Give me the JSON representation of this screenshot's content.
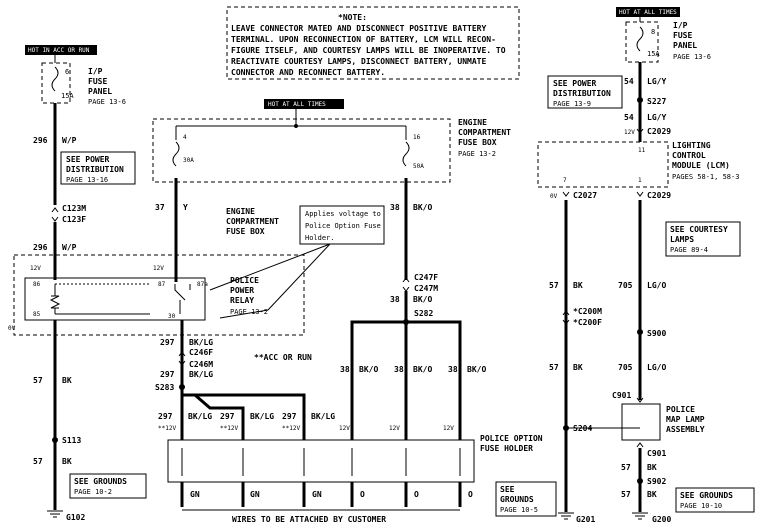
{
  "note": {
    "lines": [
      "*NOTE:",
      "LEAVE CONNECTOR MATED AND DISCONNECT POSITIVE BATTERY",
      "TERMINAL. UPON RECONNECTION OF BATTERY, LCM WILL RECON-",
      "FIGURE ITSELF, AND COURTESY LAMPS WILL BE INOPERATIVE. TO",
      "REACTIVATE COURTESY LAMPS, DISCONNECT BATTERY, UNMATE",
      "CONNECTOR AND RECONNECT BATTERY."
    ]
  },
  "left_column": {
    "badge": "HOT IN ACC OR RUN",
    "fuse_num": "6",
    "fuse_amp": "15A",
    "panel_lines": [
      "I/P",
      "FUSE",
      "PANEL"
    ],
    "panel_page": "PAGE 13-6",
    "wire_296": "296",
    "wire_wp": "W/P",
    "power_ref": [
      "SEE POWER",
      "DISTRIBUTION",
      "PAGE 13-16"
    ],
    "conn_m": "C123M",
    "conn_f": "C123F",
    "wire_296b": "296",
    "wire_wpb": "W/P",
    "relay_pins": {
      "p86": "86",
      "p85": "85",
      "p87": "87",
      "p87a": "87a",
      "p30": "30"
    },
    "v12": "12V",
    "v0": "0V",
    "wire_57": "57",
    "wire_bk": "BK",
    "splice_s113": "S113",
    "wire_57b": "57",
    "wire_bkb": "BK",
    "ground_ref": [
      "SEE GROUNDS",
      "PAGE 10-2"
    ],
    "ground": "G102"
  },
  "relay": {
    "title": [
      "POLICE",
      "POWER",
      "RELAY"
    ],
    "page": "PAGE 13-2"
  },
  "engine_box": {
    "badge": "HOT AT ALL TIMES",
    "fuse_a_num": "4",
    "fuse_a_amp": "30A",
    "fuse_b_num": "16",
    "fuse_b_amp": "50A",
    "title": [
      "ENGINE",
      "COMPARTMENT",
      "FUSE BOX"
    ],
    "page": "PAGE 13-2",
    "wire_37": "37",
    "wire_y": "Y",
    "label_mid": [
      "ENGINE",
      "COMPARTMENT",
      "FUSE BOX"
    ],
    "wire_38": "38",
    "wire_bko": "BK/O",
    "callout": [
      "Applies voltage to",
      "Police Option Fuse",
      "Holder."
    ],
    "c247f": "C247F",
    "c247m": "C247M",
    "wire_38b": "38",
    "wire_bkob": "BK/O",
    "s282": "S282"
  },
  "middle": {
    "wire_297": "297",
    "wire_bklg": "BK/LG",
    "c246f": "C246F",
    "c246m": "C246M",
    "wire_297b": "297",
    "wire_bklgb": "BK/LG",
    "s283": "S283",
    "acc_note": "**ACC OR RUN",
    "branches": [
      {
        "num": "297",
        "color": "BK/LG",
        "volt": "**12V"
      },
      {
        "num": "297",
        "color": "BK/LG",
        "volt": "**12V"
      },
      {
        "num": "297",
        "color": "BK/LG",
        "volt": "**12V"
      }
    ],
    "o_branches": [
      {
        "num": "38",
        "color": "BK/O",
        "volt": "12V"
      },
      {
        "num": "38",
        "color": "BK/O",
        "volt": "12V"
      },
      {
        "num": "38",
        "color": "BK/O",
        "volt": "12V"
      }
    ],
    "holder_title": [
      "POLICE OPTION",
      "FUSE HOLDER"
    ],
    "outputs": [
      "GN",
      "GN",
      "GN",
      "O",
      "O",
      "O"
    ],
    "footer": "WIRES TO BE ATTACHED BY CUSTOMER",
    "ground_ref": [
      "SEE",
      "GROUNDS",
      "PAGE 10-5"
    ]
  },
  "right_column": {
    "badge": "HOT AT ALL TIMES",
    "fuse_num": "8",
    "fuse_amp": "15A",
    "panel_lines": [
      "I/P",
      "FUSE",
      "PANEL"
    ],
    "panel_page": "PAGE 13-6",
    "power_ref": [
      "SEE POWER",
      "DISTRIBUTION",
      "PAGE 13-9"
    ],
    "wire_54": "54",
    "wire_lgy": "LG/Y",
    "s227": "S227",
    "wire_54b": "54",
    "wire_lgyb": "LG/Y",
    "v12": "12V",
    "c2029": "C2029",
    "lcm_pin11": "11",
    "lcm_title": [
      "LIGHTING",
      "CONTROL",
      "MODULE (LCM)"
    ],
    "lcm_page": "PAGES 58-1, 58-3",
    "pin7": "7",
    "pin1": "1",
    "v0": "0V",
    "c2027": "C2027",
    "c2029b": "C2029",
    "courtesy_ref": [
      "SEE COURTESY",
      "LAMPS",
      "PAGE 89-4"
    ],
    "wire_57": "57",
    "wire_bk": "BK",
    "wire_705": "705",
    "wire_lgo": "LG/O",
    "c200m": "*C200M",
    "c200f": "*C200F",
    "s900": "S900",
    "wire_705b": "705",
    "wire_lgob": "LG/O",
    "wire_57b": "57",
    "wire_bkb": "BK",
    "c901": "C901",
    "lamp_title": [
      "POLICE",
      "MAP LAMP",
      "ASSEMBLY"
    ],
    "s204": "S204",
    "c901b": "C901",
    "wire_57c": "57",
    "wire_bkc": "BK",
    "s902": "S902",
    "wire_57d": "57",
    "wire_bkd": "BK",
    "ground_ref": [
      "SEE GROUNDS",
      "PAGE 10-10"
    ],
    "g201": "G201",
    "g200": "G200"
  }
}
